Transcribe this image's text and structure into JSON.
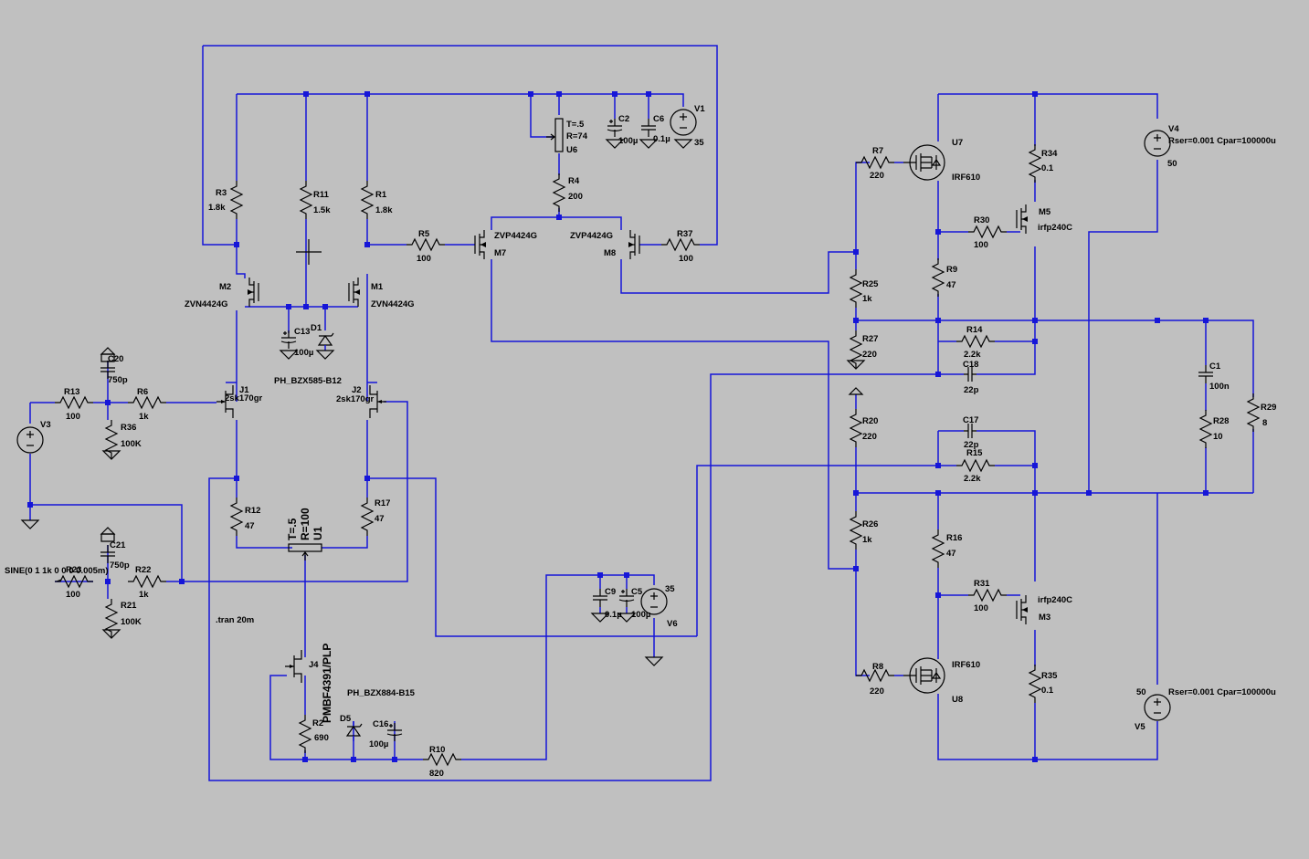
{
  "colors": {
    "background": "#c0c0c0",
    "wire": "#1616d8",
    "component": "#000000"
  },
  "components": {
    "r3": {
      "name": "R3",
      "value": "1.8k"
    },
    "r11": {
      "name": "R11",
      "value": "1.5k"
    },
    "r1": {
      "name": "R1",
      "value": "1.8k"
    },
    "r5": {
      "name": "R5",
      "value": "100"
    },
    "r37": {
      "name": "R37",
      "value": "100"
    },
    "r4": {
      "name": "R4",
      "value": "200"
    },
    "u6": {
      "name": "U6",
      "t": "T=.5",
      "r": "R=74"
    },
    "c2": {
      "name": "C2",
      "value": "100µ"
    },
    "c6": {
      "name": "C6",
      "value": "0.1µ"
    },
    "v1": {
      "name": "V1",
      "value": "35"
    },
    "m7": {
      "name": "M7",
      "model": "ZVP4424G"
    },
    "m8": {
      "name": "M8",
      "model": "ZVP4424G"
    },
    "m2": {
      "name": "M2",
      "model": "ZVN4424G"
    },
    "m1": {
      "name": "M1",
      "model": "ZVN4424G"
    },
    "c13": {
      "name": "C13",
      "value": "100µ"
    },
    "d1": {
      "name": "D1",
      "model": "PH_BZX585-B12"
    },
    "j1": {
      "name": "J1",
      "model": "2sk170gr"
    },
    "j2": {
      "name": "J2",
      "model": "2sk170gr"
    },
    "c20": {
      "name": "C20",
      "value": "750p"
    },
    "r13": {
      "name": "R13",
      "value": "100"
    },
    "r6": {
      "name": "R6",
      "value": "1k"
    },
    "r36": {
      "name": "R36",
      "value": "100K"
    },
    "v3": {
      "name": "V3",
      "value": "SINE(0 1 1k 0 0 0 0.005m)"
    },
    "c21": {
      "name": "C21",
      "value": "750p"
    },
    "r23": {
      "name": "R23",
      "value": "100"
    },
    "r22": {
      "name": "R22",
      "value": "1k"
    },
    "r21": {
      "name": "R21",
      "value": "100K"
    },
    "r12": {
      "name": "R12",
      "value": "47"
    },
    "r17": {
      "name": "R17",
      "value": "47"
    },
    "u1": {
      "name": "U1",
      "t": "T=.5",
      "r": "R=100"
    },
    "j4": {
      "name": "J4",
      "model": "PMBF4391/PLP"
    },
    "r2": {
      "name": "R2",
      "value": "690"
    },
    "d5": {
      "name": "D5",
      "model": "PH_BZX884-B15"
    },
    "c16": {
      "name": "C16",
      "value": "100µ"
    },
    "r10": {
      "name": "R10",
      "value": "820"
    },
    "c9": {
      "name": "C9",
      "value": "0.1µ"
    },
    "c5": {
      "name": "C5",
      "value": "100µ"
    },
    "v6": {
      "name": "V6",
      "value": "35"
    },
    "r7": {
      "name": "R7",
      "value": "220"
    },
    "u7": {
      "name": "U7",
      "model": "IRF610"
    },
    "r34": {
      "name": "R34",
      "value": "0.1"
    },
    "m5": {
      "name": "M5",
      "model": "irfp240C"
    },
    "r30": {
      "name": "R30",
      "value": "100"
    },
    "r9": {
      "name": "R9",
      "value": "47"
    },
    "r25": {
      "name": "R25",
      "value": "1k"
    },
    "r27": {
      "name": "R27",
      "value": "220"
    },
    "r14": {
      "name": "R14",
      "value": "2.2k"
    },
    "c18": {
      "name": "C18",
      "value": "22p"
    },
    "v4": {
      "name": "V4",
      "value": "50",
      "params": "Rser=0.001 Cpar=100000u"
    },
    "c1": {
      "name": "C1",
      "value": "100n"
    },
    "r28": {
      "name": "R28",
      "value": "10"
    },
    "r29": {
      "name": "R29",
      "value": "8"
    },
    "r20": {
      "name": "R20",
      "value": "220"
    },
    "c17": {
      "name": "C17",
      "value": "22p"
    },
    "r15": {
      "name": "R15",
      "value": "2.2k"
    },
    "r26": {
      "name": "R26",
      "value": "1k"
    },
    "r16": {
      "name": "R16",
      "value": "47"
    },
    "r31": {
      "name": "R31",
      "value": "100"
    },
    "m3": {
      "name": "M3",
      "model": "irfp240C"
    },
    "r8": {
      "name": "R8",
      "value": "220"
    },
    "u8": {
      "name": "U8",
      "model": "IRF610"
    },
    "r35": {
      "name": "R35",
      "value": "0.1"
    },
    "v5": {
      "name": "V5",
      "value": "50",
      "params": "Rser=0.001 Cpar=100000u"
    }
  },
  "directive": ".tran 20m"
}
